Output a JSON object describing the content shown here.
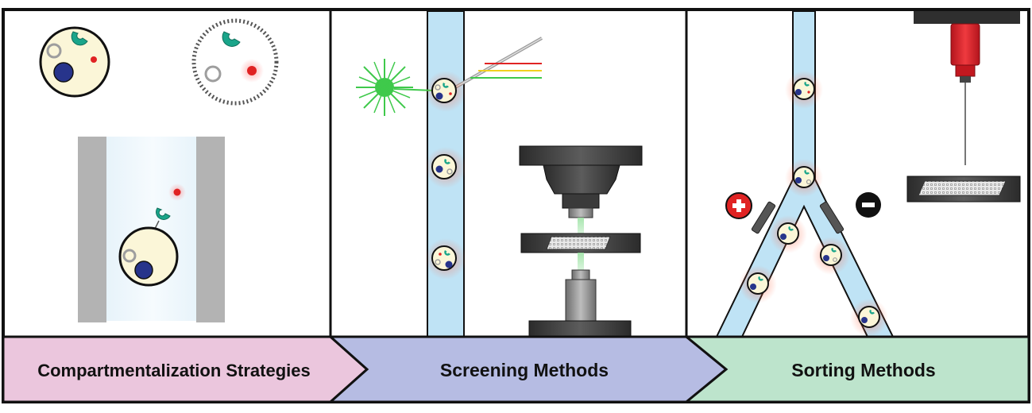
{
  "colors": {
    "frame": "#111111",
    "channel": "#bfe3f5",
    "cell": "#fbf6d8",
    "nucleus": "#27348b",
    "enzyme": "#1aa58a",
    "product": "#e02323",
    "laser": "#3fc94b",
    "band1": "#f3c6dc",
    "band2": "#b7bde6",
    "band3": "#bfe5cf"
  },
  "icons": [
    "laser-burst-icon",
    "optical-fiber-icon",
    "microscope-icon",
    "microwell-plate-icon",
    "dispensing-needle-icon",
    "electrode-icon",
    "plus-charge-icon",
    "minus-charge-icon"
  ],
  "panels": [
    {
      "id": "compartmentalization",
      "label": "Compartmentalization Strategies"
    },
    {
      "id": "screening",
      "label": "Screening Methods"
    },
    {
      "id": "sorting",
      "label": "Sorting Methods"
    }
  ]
}
